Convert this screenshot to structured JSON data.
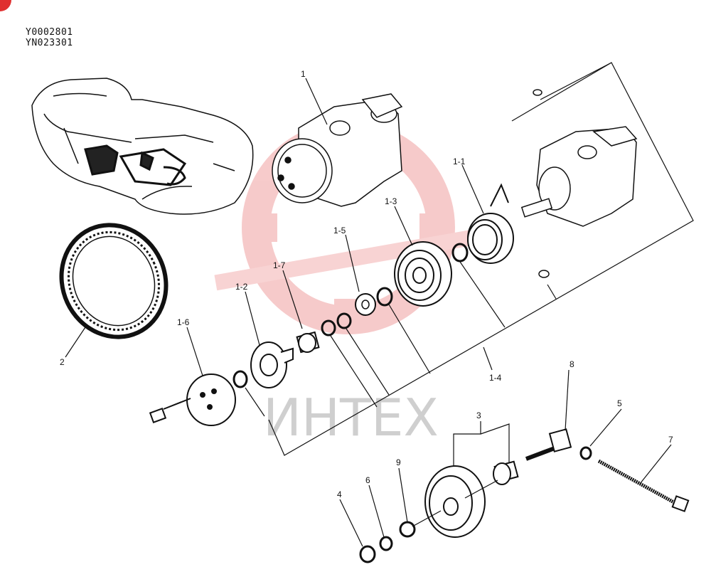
{
  "header": {
    "codes": [
      "Y0002801",
      "YN023301"
    ]
  },
  "watermark": {
    "text": "ИНТЕХ",
    "color": "#f3b6b6"
  },
  "callouts": {
    "c1": "1",
    "c1_1": "1-1",
    "c1_2": "1-2",
    "c1_3": "1-3",
    "c1_4": "1-4",
    "c1_5": "1-5",
    "c1_6": "1-6",
    "c1_7": "1-7",
    "c2": "2",
    "c3": "3",
    "c4": "4",
    "c5": "5",
    "c6": "6",
    "c7": "7",
    "c8": "8",
    "c9": "9"
  }
}
